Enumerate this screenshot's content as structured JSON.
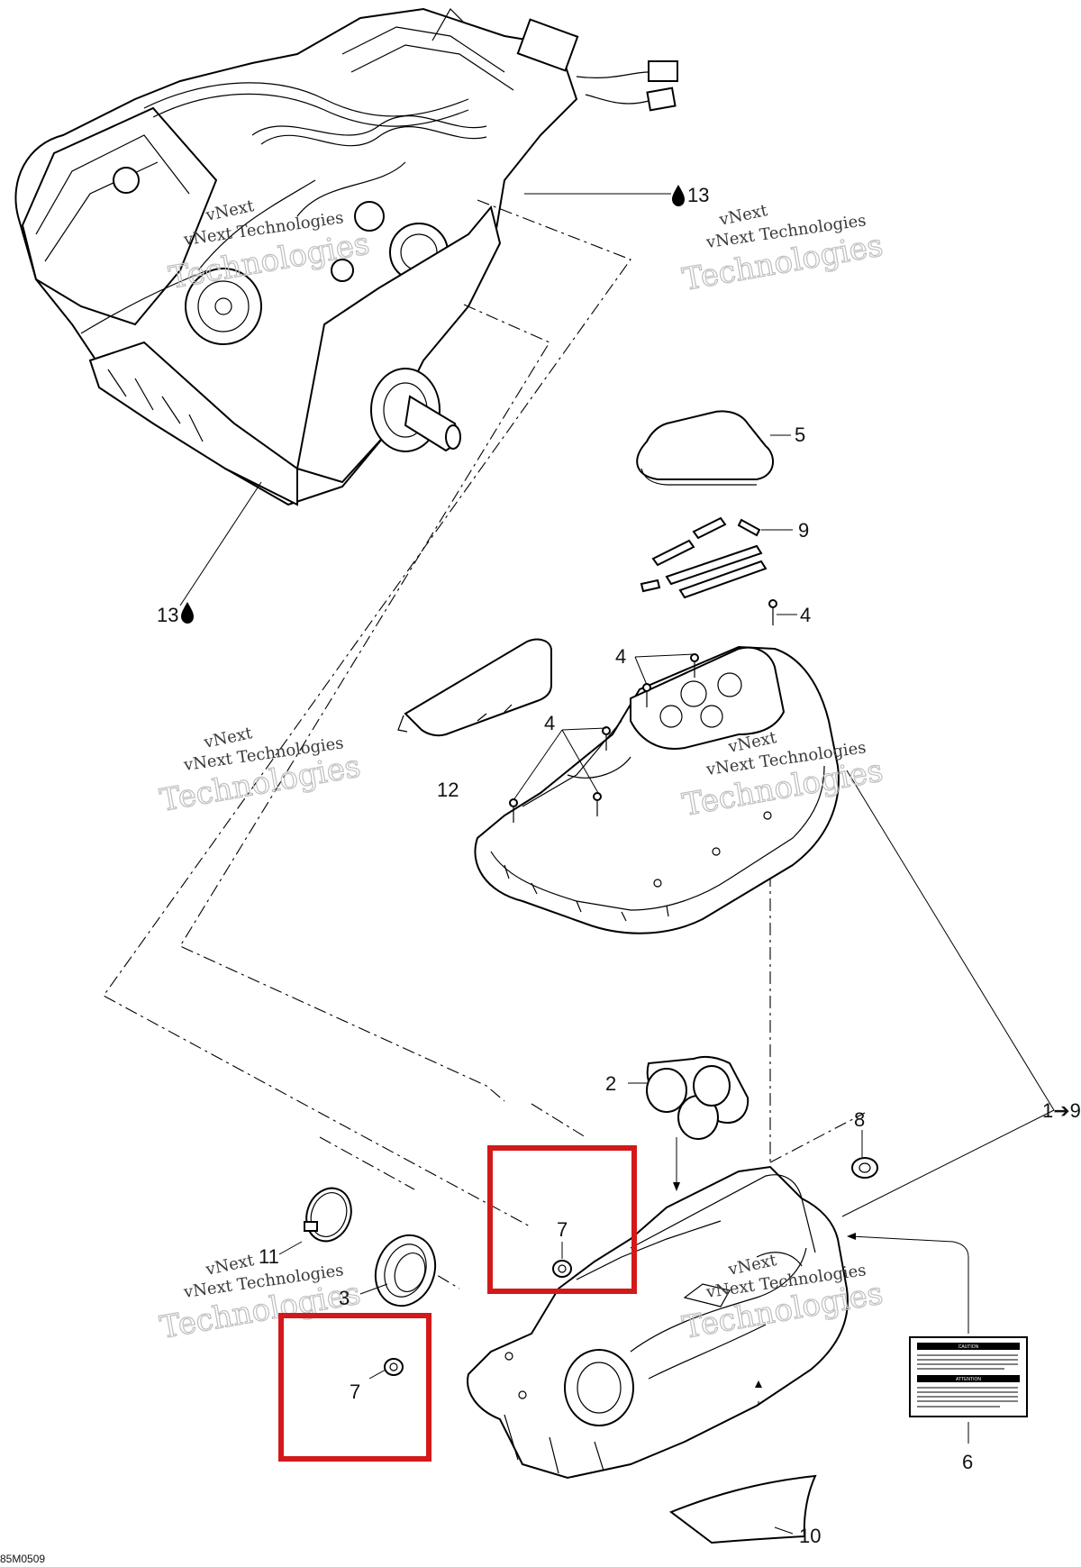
{
  "figure_id": "85M0509",
  "callouts": {
    "engine_top": "13",
    "engine_bottom": "13",
    "c5": "5",
    "c9": "9",
    "c4_top_right": "4",
    "c4_mid": "4",
    "c4_left": "4",
    "c12": "12",
    "c2": "2",
    "c1_9": "1➔9",
    "c8": "8",
    "c7_upper": "7",
    "c11": "11",
    "c3": "3",
    "c7_lower": "7",
    "c6": "6",
    "c10": "10"
  },
  "watermark": {
    "line1": "vNext",
    "line2": "vNext Technologies",
    "line3": "Technologies"
  },
  "caution_label": {
    "heading1": "CAUTION",
    "heading2": "ATTENTION"
  },
  "icons": [
    "oil-drop-icon"
  ],
  "colors": {
    "line": "#000000",
    "highlight": "#d31919",
    "watermark": "#bfbfbf"
  }
}
